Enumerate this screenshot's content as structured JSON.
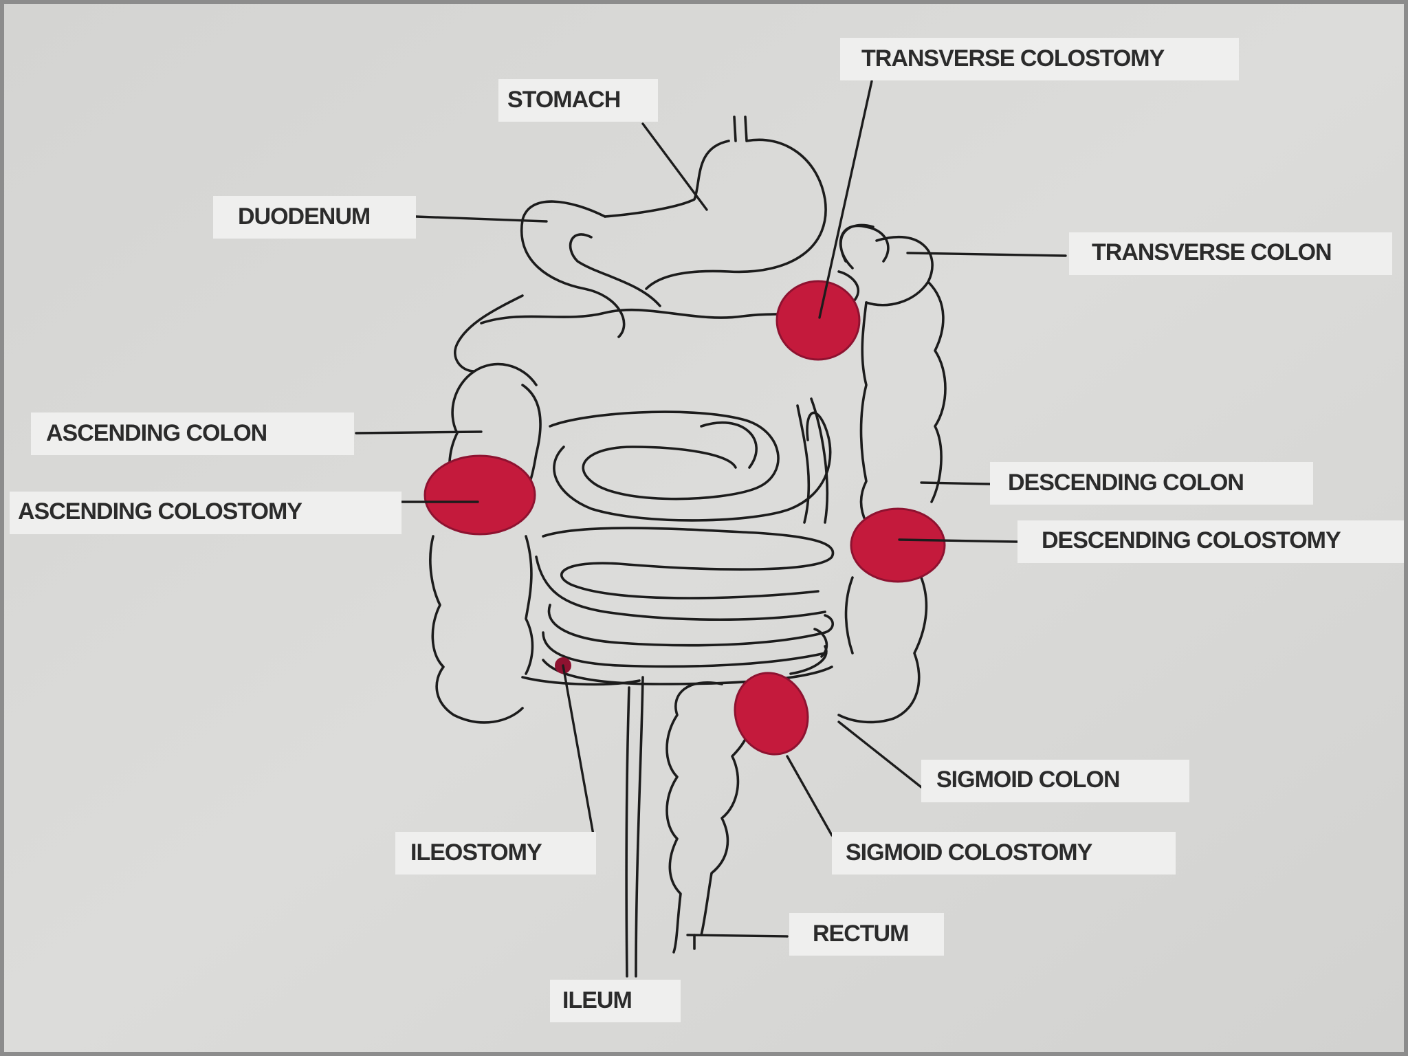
{
  "colors": {
    "paper": "#d8d8d6",
    "stoma": "#c41a3c",
    "outline": "#1c1c1c",
    "label_bg": "#efefee"
  },
  "labels": {
    "stomach": "STOMACH",
    "duodenum": "DUODENUM",
    "transverse_colostomy": "TRANSVERSE COLOSTOMY",
    "transverse_colon": "TRANSVERSE COLON",
    "ascending_colon": "ASCENDING COLON",
    "ascending_colostomy": "ASCENDING COLOSTOMY",
    "descending_colon": "DESCENDING COLON",
    "descending_colostomy": "DESCENDING COLOSTOMY",
    "sigmoid_colon": "SIGMOID COLON",
    "sigmoid_colostomy": "SIGMOID COLOSTOMY",
    "ileostomy": "ILEOSTOMY",
    "rectum": "RECTUM",
    "ileum": "ILEUM"
  }
}
